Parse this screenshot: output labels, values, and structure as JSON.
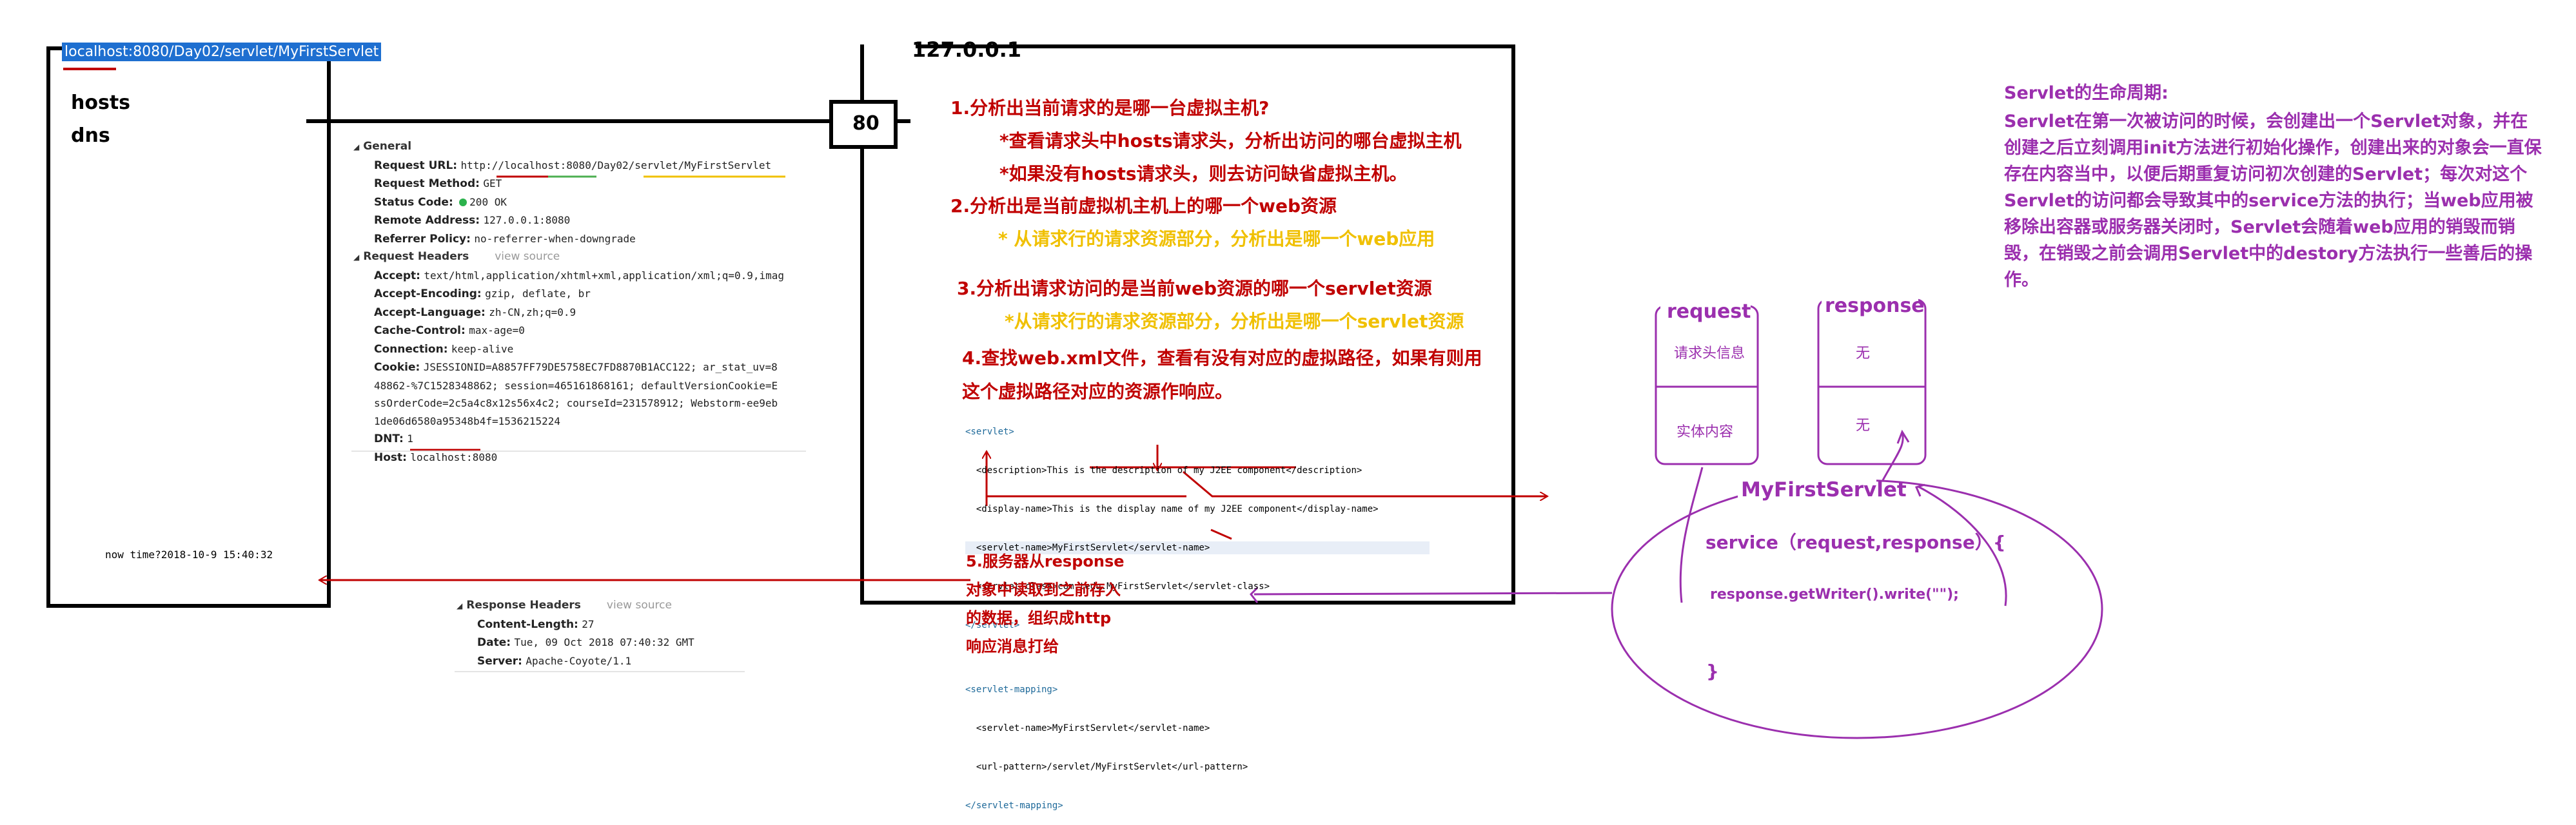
{
  "browser": {
    "url": "localhost:8080/Day02/servlet/MyFirstServlet",
    "hosts_label": "hosts",
    "dns_label": "dns",
    "now_time": "now time?2018-10-9 15:40:32"
  },
  "server": {
    "ip": "127.0.0.1",
    "port": "80"
  },
  "request_panel": {
    "general_title": "General",
    "general": [
      {
        "key": "Request URL:",
        "value": "http://localhost:8080/Day02/servlet/MyFirstServlet"
      },
      {
        "key": "Request Method:",
        "value": "GET"
      },
      {
        "key": "Status Code:",
        "value": "200 OK"
      },
      {
        "key": "Remote Address:",
        "value": "127.0.0.1:8080"
      },
      {
        "key": "Referrer Policy:",
        "value": "no-referrer-when-downgrade"
      }
    ],
    "headers_title": "Request Headers",
    "view_source": "view source",
    "headers": [
      {
        "key": "Accept:",
        "value": "text/html,application/xhtml+xml,application/xml;q=0.9,imag"
      },
      {
        "key": "Accept-Encoding:",
        "value": "gzip, deflate, br"
      },
      {
        "key": "Accept-Language:",
        "value": "zh-CN,zh;q=0.9"
      },
      {
        "key": "Cache-Control:",
        "value": "max-age=0"
      },
      {
        "key": "Connection:",
        "value": "keep-alive"
      },
      {
        "key": "Cookie:",
        "value": "JSESSIONID=A8857FF79DE5758EC7FD8870B1ACC122; ar_stat_uv=8"
      }
    ],
    "cookie_lines": [
      "48862-%7C1528348862; session=465161868161; defaultVersionCookie=E",
      "ssOrderCode=2c5a4c8x12s56x4c2; courseId=231578912; Webstorm-ee9eb",
      "1de06d6580a95348b4f=1536215224"
    ],
    "headers_tail": [
      {
        "key": "DNT:",
        "value": "1"
      },
      {
        "key": "Host:",
        "value": "localhost:8080"
      }
    ]
  },
  "response_panel": {
    "title": "Response Headers",
    "view_source": "view source",
    "headers": [
      {
        "key": "Content-Length:",
        "value": "27"
      },
      {
        "key": "Date:",
        "value": "Tue, 09 Oct 2018 07:40:32 GMT"
      },
      {
        "key": "Server:",
        "value": "Apache-Coyote/1.1"
      }
    ]
  },
  "steps": {
    "s1": "1.分析出当前请求的是哪一台虚拟主机?",
    "s1a": "*查看请求头中hosts请求头，分析出访问的哪台虚拟主机",
    "s1b": "*如果没有hosts请求头，则去访问缺省虚拟主机。",
    "s2": "2.分析出是当前虚拟机主机上的哪一个web资源",
    "s2a": "*  从请求行的请求资源部分，分析出是哪一个web应用",
    "s3": "3.分析出请求访问的是当前web资源的哪一个servlet资源",
    "s3a": "*从请求行的请求资源部分，分析出是哪一个servlet资源",
    "s4a": "4.查找web.xml文件，查看有没有对应的虚拟路径，如果有则用",
    "s4b": "这个虚拟路径对应的资源作响应。",
    "s5a": "5.服务器从response",
    "s5b": "对象中读取到之前存入",
    "s5c": "的数据，组织成http",
    "s5d": "响应消息打给"
  },
  "xml": {
    "lines": [
      "<servlet>",
      "  <description>This is the description of my J2EE component</description>",
      "  <display-name>This is the display name of my J2EE component</display-name>",
      "  <servlet-name>MyFirstServlet</servlet-name>",
      "  <servlet-class>com.tedu.MyFirstServlet</servlet-class>",
      "</servlet>",
      "",
      "<servlet-mapping>",
      "  <servlet-name>MyFirstServlet</servlet-name>",
      "  <url-pattern>/servlet/MyFirstServlet</url-pattern>",
      "</servlet-mapping>"
    ]
  },
  "objects": {
    "request_title": "request",
    "request_top": "请求头信息",
    "request_bottom": "实体内容",
    "response_title": "response",
    "response_top": "无",
    "response_bottom": "无",
    "servlet_title": "MyFirstServlet",
    "service_sig": "service（request,response）{",
    "service_body": "response.getWriter().write(\"\");",
    "close_brace": "}"
  },
  "lifecycle": {
    "title": "Servlet的生命周期:",
    "text": "Servlet在第一次被访问的时候，会创建出一个Servlet对象，并在创建之后立刻调用init方法进行初始化操作，创建出来的对象会一直保存在内容当中，以便后期重复访问初次创建的Servlet；每次对这个Servlet的访问都会导致其中的service方法的执行；当web应用被移除出容器或服务器关闭时，Servlet会随着web应用的销毁而销毁，在销毁之前会调用Servlet中的destory方法执行一些善后的操作。"
  },
  "colors": {
    "annotation_red": "#c00000",
    "annotation_yellow": "#f0c000",
    "annotation_purple": "#9b2fae",
    "url_highlight": "#1e6fd0",
    "status_green": "#2bb24c"
  }
}
